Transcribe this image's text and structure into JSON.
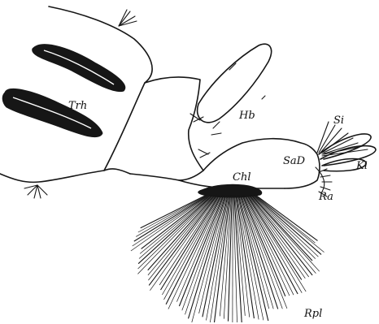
{
  "labels": {
    "trh": "Trh",
    "hb": "Hb",
    "si": "Si",
    "sab": "SaD",
    "ki": "Ki",
    "chl": "Chl",
    "ra": "Ra",
    "rpl": "Rpl"
  },
  "colors": {
    "ink": "#161616",
    "paper": "#ffffff"
  }
}
